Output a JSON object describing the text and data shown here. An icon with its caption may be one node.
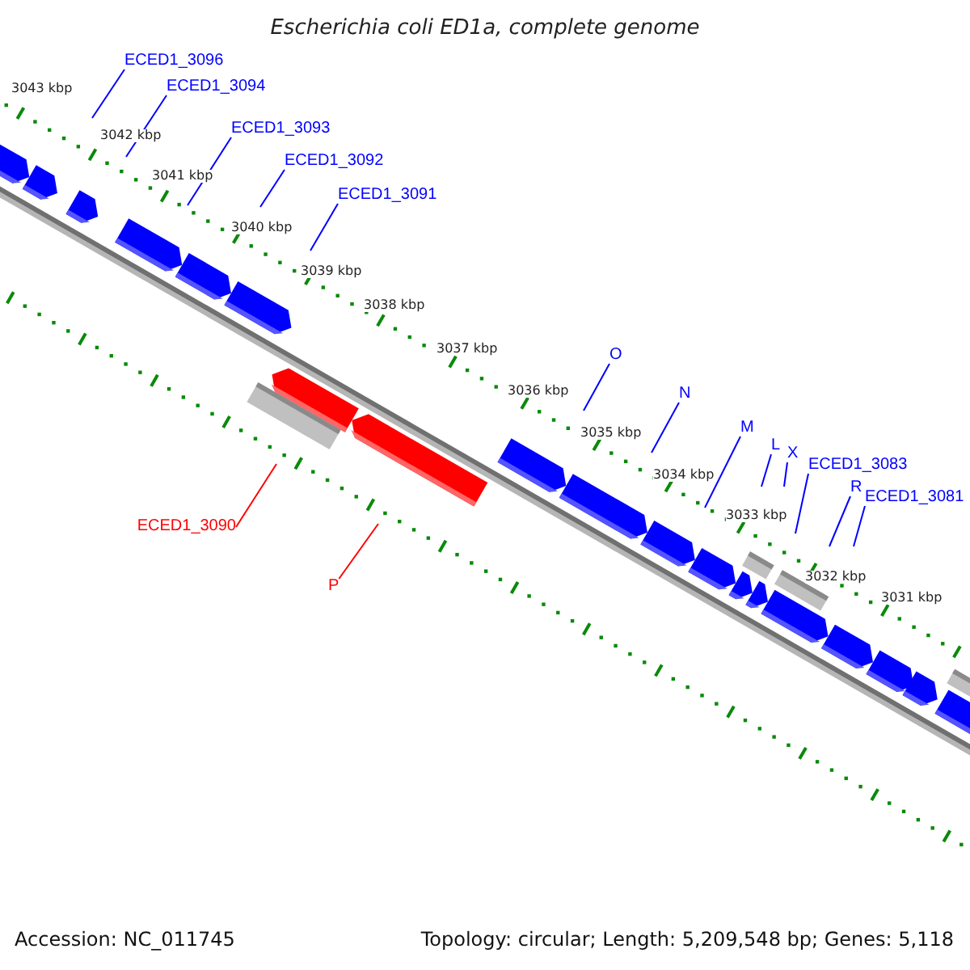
{
  "diagram": {
    "title": "Escherichia coli ED1a, complete genome",
    "nodes": [
      {
        "text": [
          "ECED1_3096"
        ]
      },
      {
        "text": [
          "ECED1_3094"
        ]
      },
      {
        "text": [
          "ECED1_3093"
        ]
      },
      {
        "text": [
          "ECED1_3092"
        ]
      },
      {
        "text": [
          "ECED1_3091"
        ]
      },
      {
        "text": [
          "O"
        ]
      },
      {
        "text": [
          "N"
        ]
      },
      {
        "text": [
          "M"
        ]
      },
      {
        "text": [
          "L"
        ]
      },
      {
        "text": [
          "X"
        ]
      },
      {
        "text": [
          "ECED1_3083"
        ]
      },
      {
        "text": [
          "R"
        ]
      },
      {
        "text": [
          "ECED1_3081"
        ]
      },
      {
        "text": [
          "ECED1_3090"
        ]
      },
      {
        "text": [
          "P"
        ]
      }
    ],
    "edges": [
      {
        "from": 0,
        "to": null,
        "arrow": "none"
      },
      {
        "from": 1,
        "to": null,
        "arrow": "none"
      },
      {
        "from": 2,
        "to": null,
        "arrow": "none"
      },
      {
        "from": 3,
        "to": null,
        "arrow": "none"
      },
      {
        "from": 4,
        "to": null,
        "arrow": "none"
      },
      {
        "from": 5,
        "to": null,
        "arrow": "none"
      },
      {
        "from": 6,
        "to": null,
        "arrow": "none"
      },
      {
        "from": 7,
        "to": null,
        "arrow": "none"
      },
      {
        "from": 8,
        "to": null,
        "arrow": "none"
      },
      {
        "from": 9,
        "to": null,
        "arrow": "none"
      },
      {
        "from": 10,
        "to": null,
        "arrow": "none"
      },
      {
        "from": 11,
        "to": null,
        "arrow": "none"
      },
      {
        "from": 12,
        "to": null,
        "arrow": "none"
      },
      {
        "from": 13,
        "to": null,
        "arrow": "none",
        "color": "#ff0000"
      },
      {
        "from": 14,
        "to": null,
        "arrow": "none",
        "color": "#ff0000"
      }
    ],
    "labels": [
      "3043 kbp",
      "3042 kbp",
      "3041 kbp",
      "3040 kbp",
      "3039 kbp",
      "3038 kbp",
      "3037 kbp",
      "3036 kbp",
      "3035 kbp",
      "3034 kbp",
      "3033 kbp",
      "3032 kbp",
      "3031 kbp",
      "Accession: NC_011745",
      "Topology: circular; Length: 5,209,548 bp; Genes: 5,118"
    ]
  }
}
